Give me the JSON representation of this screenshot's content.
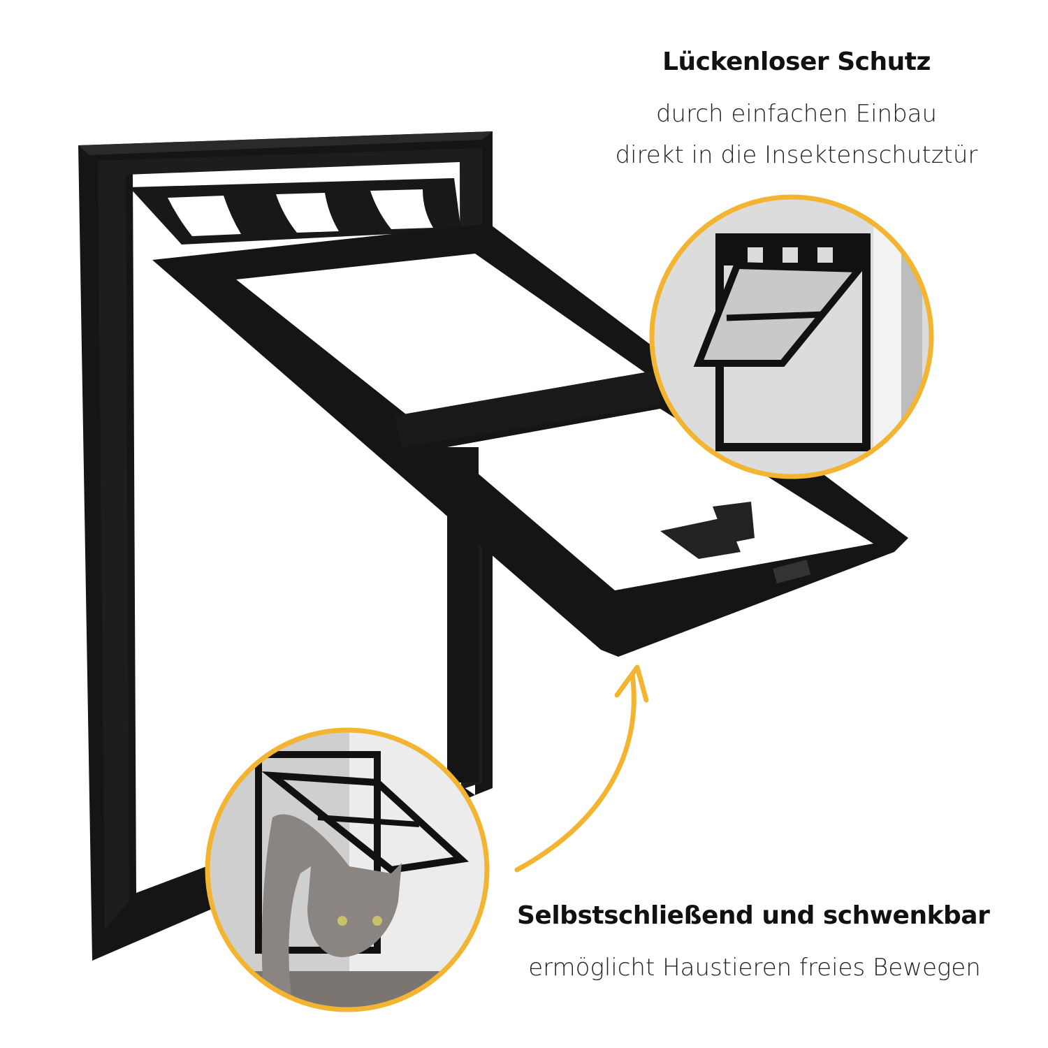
{
  "top_feature": {
    "title": "Lückenloser Schutz",
    "line1": "durch einfachen Einbau",
    "line2": "direkt in die Insektenschutztür"
  },
  "bottom_feature": {
    "title": "Selbstschließend und schwenkbar",
    "line1": "ermöglicht Haustieren freies Bewegen"
  },
  "colors": {
    "accent": "#F2B431",
    "frame": "#141414",
    "background": "#FFFFFF"
  }
}
